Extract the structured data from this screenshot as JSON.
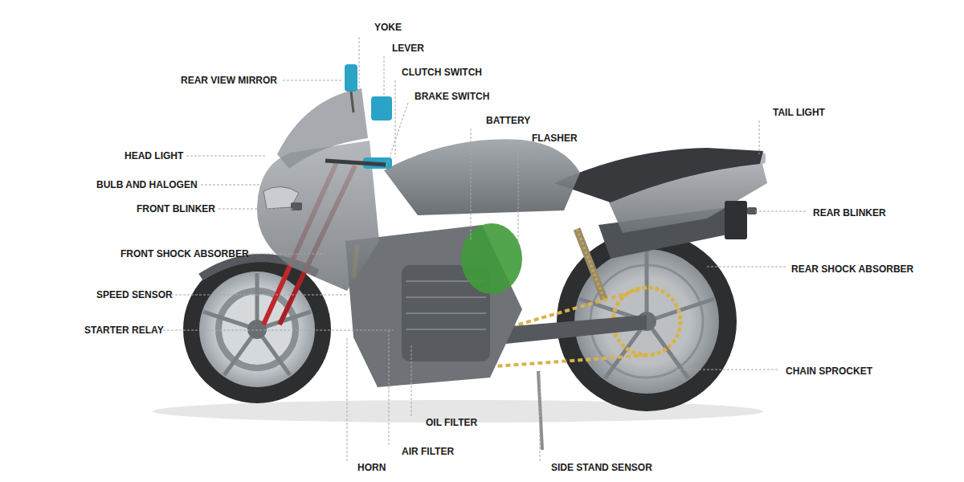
{
  "diagram": {
    "labels": [
      "YOKE",
      "LEVER",
      "CLUTCH SWITCH",
      "BRAKE SWITCH",
      "BATTERY",
      "FLASHER",
      "TAIL LIGHT",
      "REAR VIEW MIRROR",
      "HEAD LIGHT",
      "BULB AND HALOGEN",
      "FRONT BLINKER",
      "FRONT SHOCK ABSORBER",
      "SPEED SENSOR",
      "STARTER RELAY",
      "REAR BLINKER",
      "REAR SHOCK ABSORBER",
      "CHAIN SPROCKET",
      "OIL FILTER",
      "AIR FILTER",
      "HORN",
      "SIDE STAND SENSOR"
    ]
  }
}
